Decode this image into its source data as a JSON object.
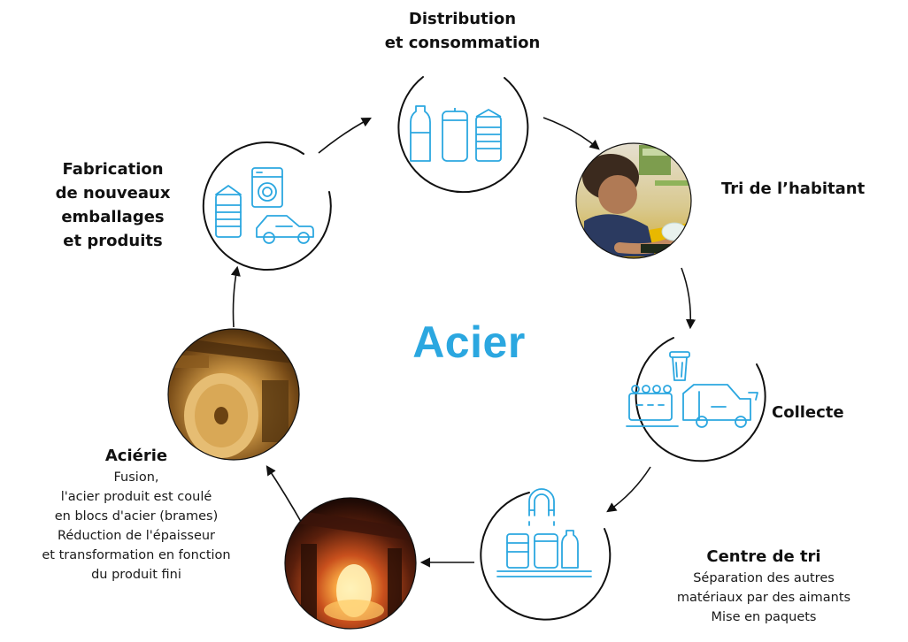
{
  "center": {
    "title": "Acier"
  },
  "colors": {
    "accent": "#2BA7E0",
    "ink": "#111111"
  },
  "stages": {
    "distribution": {
      "title_line1": "Distribution",
      "title_line2": "et consommation",
      "icon": "packaging-icons"
    },
    "tri_habitant": {
      "title": "Tri de l’habitant",
      "image": "child-sorting-photo"
    },
    "collecte": {
      "title": "Collecte",
      "icon": "collection-truck-icons"
    },
    "centre_tri": {
      "title": "Centre de tri",
      "line1": "Séparation des autres",
      "line2": "matériaux par des aimants",
      "line3": "Mise en paquets",
      "icon": "magnet-sorting-icons"
    },
    "fusion_photo": {
      "image": "molten-steel-photo"
    },
    "acierie": {
      "title": "Aciérie",
      "line1": "Fusion,",
      "line2": "l'acier produit est coulé",
      "line3": "en blocs d'acier (brames)",
      "line4": "Réduction de l'épaisseur",
      "line5": "et transformation en fonction",
      "line6": "du produit fini",
      "image": "steel-coil-photo"
    },
    "fabrication": {
      "title_line1": "Fabrication",
      "title_line2": "de nouveaux",
      "title_line3": "emballages",
      "title_line4": "et produits",
      "icon": "products-icons"
    }
  }
}
